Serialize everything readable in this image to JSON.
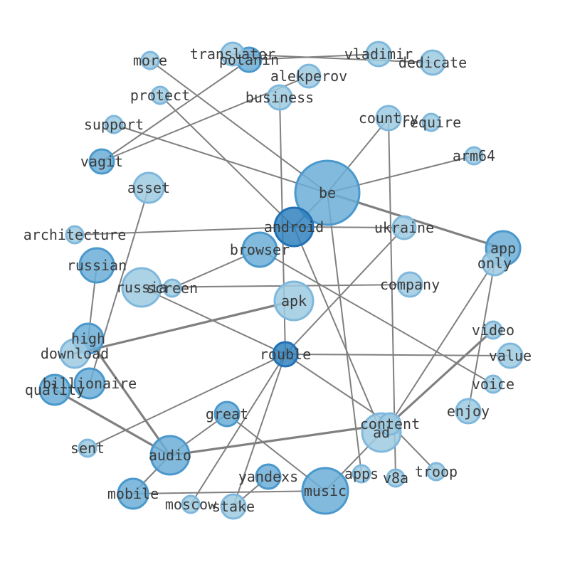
{
  "graph": {
    "colors": {
      "light": "#9ecae1",
      "mid": "#6baed6",
      "dark": "#3182bd",
      "edge": "#808080",
      "text": "#3a3a3a"
    },
    "nodes": [
      {
        "id": "be",
        "label": "be",
        "tone": "mid"
      },
      {
        "id": "android",
        "label": "android",
        "tone": "dark"
      },
      {
        "id": "rouble",
        "label": "rouble",
        "tone": "dark"
      },
      {
        "id": "music",
        "label": "music",
        "tone": "mid"
      },
      {
        "id": "audio",
        "label": "audio",
        "tone": "mid"
      },
      {
        "id": "ad",
        "label": "ad",
        "tone": "light"
      },
      {
        "id": "content",
        "label": "content",
        "tone": "light"
      },
      {
        "id": "apk",
        "label": "apk",
        "tone": "light"
      },
      {
        "id": "russia",
        "label": "russia",
        "tone": "light"
      },
      {
        "id": "app",
        "label": "app",
        "tone": "mid"
      },
      {
        "id": "only",
        "label": "only",
        "tone": "light"
      },
      {
        "id": "russian",
        "label": "russian",
        "tone": "mid"
      },
      {
        "id": "browser",
        "label": "browser",
        "tone": "mid"
      },
      {
        "id": "high",
        "label": "high",
        "tone": "mid"
      },
      {
        "id": "download",
        "label": "download",
        "tone": "light"
      },
      {
        "id": "billionaire",
        "label": "billionaire",
        "tone": "mid"
      },
      {
        "id": "quality",
        "label": "quality",
        "tone": "mid"
      },
      {
        "id": "asset",
        "label": "asset",
        "tone": "light"
      },
      {
        "id": "mobile",
        "label": "mobile",
        "tone": "mid"
      },
      {
        "id": "vagit",
        "label": "vagit",
        "tone": "mid"
      },
      {
        "id": "potanin",
        "label": "potanin",
        "tone": "mid"
      },
      {
        "id": "translator",
        "label": "translator",
        "tone": "light"
      },
      {
        "id": "vladimir",
        "label": "vladimir",
        "tone": "light"
      },
      {
        "id": "dedicate",
        "label": "dedicate",
        "tone": "light"
      },
      {
        "id": "alekperov",
        "label": "alekperov",
        "tone": "light"
      },
      {
        "id": "business",
        "label": "business",
        "tone": "light"
      },
      {
        "id": "country",
        "label": "country",
        "tone": "light"
      },
      {
        "id": "require",
        "label": "require",
        "tone": "light"
      },
      {
        "id": "arm64",
        "label": "arm64",
        "tone": "light"
      },
      {
        "id": "ukraine",
        "label": "ukraine",
        "tone": "light"
      },
      {
        "id": "company",
        "label": "company",
        "tone": "light"
      },
      {
        "id": "screen",
        "label": "screen",
        "tone": "light"
      },
      {
        "id": "architecture",
        "label": "architecture",
        "tone": "light"
      },
      {
        "id": "support",
        "label": "support",
        "tone": "light"
      },
      {
        "id": "protect",
        "label": "protect",
        "tone": "light"
      },
      {
        "id": "more",
        "label": "more",
        "tone": "light"
      },
      {
        "id": "video",
        "label": "video",
        "tone": "light"
      },
      {
        "id": "value",
        "label": "value",
        "tone": "light"
      },
      {
        "id": "voice",
        "label": "voice",
        "tone": "light"
      },
      {
        "id": "enjoy",
        "label": "enjoy",
        "tone": "light"
      },
      {
        "id": "great",
        "label": "great",
        "tone": "mid"
      },
      {
        "id": "sent",
        "label": "sent",
        "tone": "light"
      },
      {
        "id": "yandexs",
        "label": "yandexs",
        "tone": "mid"
      },
      {
        "id": "apps",
        "label": "apps",
        "tone": "light"
      },
      {
        "id": "v8a",
        "label": "v8a",
        "tone": "light"
      },
      {
        "id": "troop",
        "label": "troop",
        "tone": "light"
      },
      {
        "id": "moscow",
        "label": "moscow",
        "tone": "light"
      },
      {
        "id": "stake",
        "label": "stake",
        "tone": "light"
      }
    ],
    "edges": [
      [
        "be",
        "app"
      ],
      [
        "be",
        "country"
      ],
      [
        "be",
        "arm64"
      ],
      [
        "be",
        "support"
      ],
      [
        "be",
        "more"
      ],
      [
        "be",
        "apps"
      ],
      [
        "be",
        "android"
      ],
      [
        "android",
        "architecture"
      ],
      [
        "android",
        "protect"
      ],
      [
        "android",
        "ukraine"
      ],
      [
        "android",
        "ad"
      ],
      [
        "rouble",
        "value"
      ],
      [
        "rouble",
        "russia"
      ],
      [
        "rouble",
        "business"
      ],
      [
        "rouble",
        "ukraine"
      ],
      [
        "rouble",
        "content"
      ],
      [
        "rouble",
        "sent"
      ],
      [
        "rouble",
        "moscow"
      ],
      [
        "rouble",
        "stake"
      ],
      [
        "audio",
        "content"
      ],
      [
        "audio",
        "high"
      ],
      [
        "audio",
        "quality"
      ],
      [
        "audio",
        "great"
      ],
      [
        "audio",
        "mobile"
      ],
      [
        "music",
        "mobile"
      ],
      [
        "music",
        "great"
      ],
      [
        "music",
        "content"
      ],
      [
        "content",
        "video"
      ],
      [
        "content",
        "app"
      ],
      [
        "content",
        "troop"
      ],
      [
        "apk",
        "download"
      ],
      [
        "russia",
        "company"
      ],
      [
        "screen",
        "browser"
      ],
      [
        "browser",
        "voice"
      ],
      [
        "russian",
        "high"
      ],
      [
        "asset",
        "billionaire"
      ],
      [
        "vagit",
        "potanin"
      ],
      [
        "vagit",
        "alekperov"
      ],
      [
        "potanin",
        "vladimir"
      ],
      [
        "translator",
        "dedicate"
      ],
      [
        "only",
        "enjoy"
      ],
      [
        "country",
        "v8a"
      ],
      [
        "yandexs",
        "stake"
      ]
    ]
  }
}
